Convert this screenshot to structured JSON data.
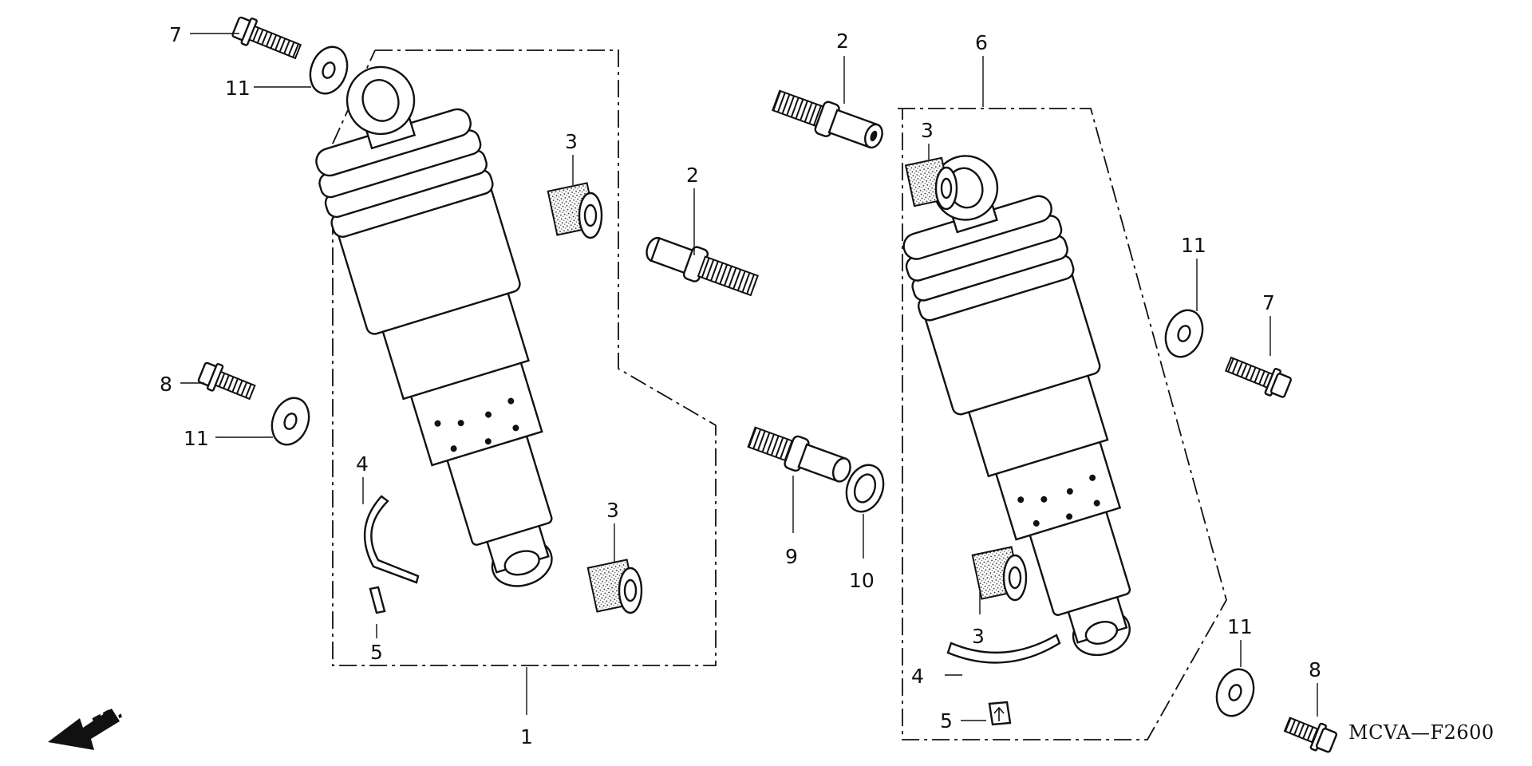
{
  "diagram": {
    "code": "MCVA—F2600",
    "front_label": "FR.",
    "callouts": {
      "c1": "1",
      "c2a": "2",
      "c2b": "2",
      "c3a": "3",
      "c3b": "3",
      "c3c": "3",
      "c3d": "3",
      "c4a": "4",
      "c4b": "4",
      "c5a": "5",
      "c5b": "5",
      "c6": "6",
      "c7a": "7",
      "c7b": "7",
      "c8a": "8",
      "c8b": "8",
      "c9": "9",
      "c10": "10",
      "c11a": "11",
      "c11b": "11",
      "c11c": "11",
      "c11d": "11"
    }
  }
}
